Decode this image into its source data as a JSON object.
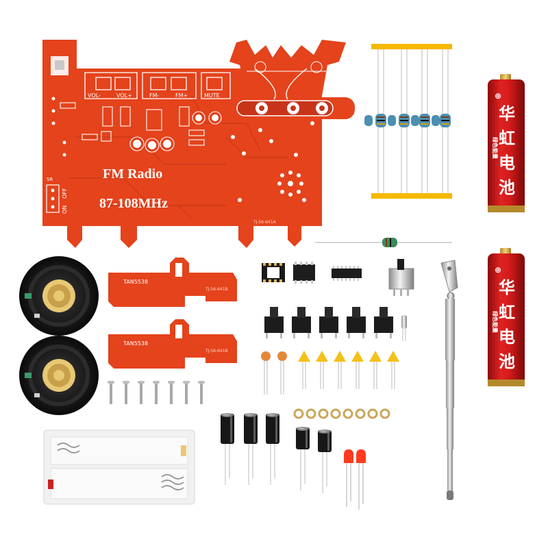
{
  "pcb": {
    "title": "FM Radio",
    "band": "87-108MHz",
    "buttons": [
      "VOL-",
      "VOL+",
      "FM-",
      "FM+",
      "MUTE"
    ],
    "switch_label": "S6",
    "switch_on": "ON",
    "switch_off": "OFF",
    "board_code": "TJ-56-641A"
  },
  "brackets": [
    {
      "label": "TAN5538",
      "code": "TJ-56-641B"
    },
    {
      "label": "TAN5538",
      "code": "TJ-56-641B"
    }
  ],
  "battery": {
    "brand": "华虹电池",
    "chars": [
      "华",
      "虹",
      "电",
      "池"
    ],
    "sub": "绿色能量",
    "symbol": "⊕",
    "color": "#c81616"
  },
  "colors": {
    "pcb": "#e4431c",
    "silkscreen": "#ffffff",
    "background": "#ffffff",
    "resistor_lead": "#f6b800"
  },
  "counts": {
    "resistors": 4,
    "tact_switches": 5,
    "screws": 7,
    "nuts": 8,
    "electrolytic_capacitors": 5,
    "ceramic_capacitors": 6,
    "leds": 2,
    "speakers": 2,
    "batteries": 2
  }
}
